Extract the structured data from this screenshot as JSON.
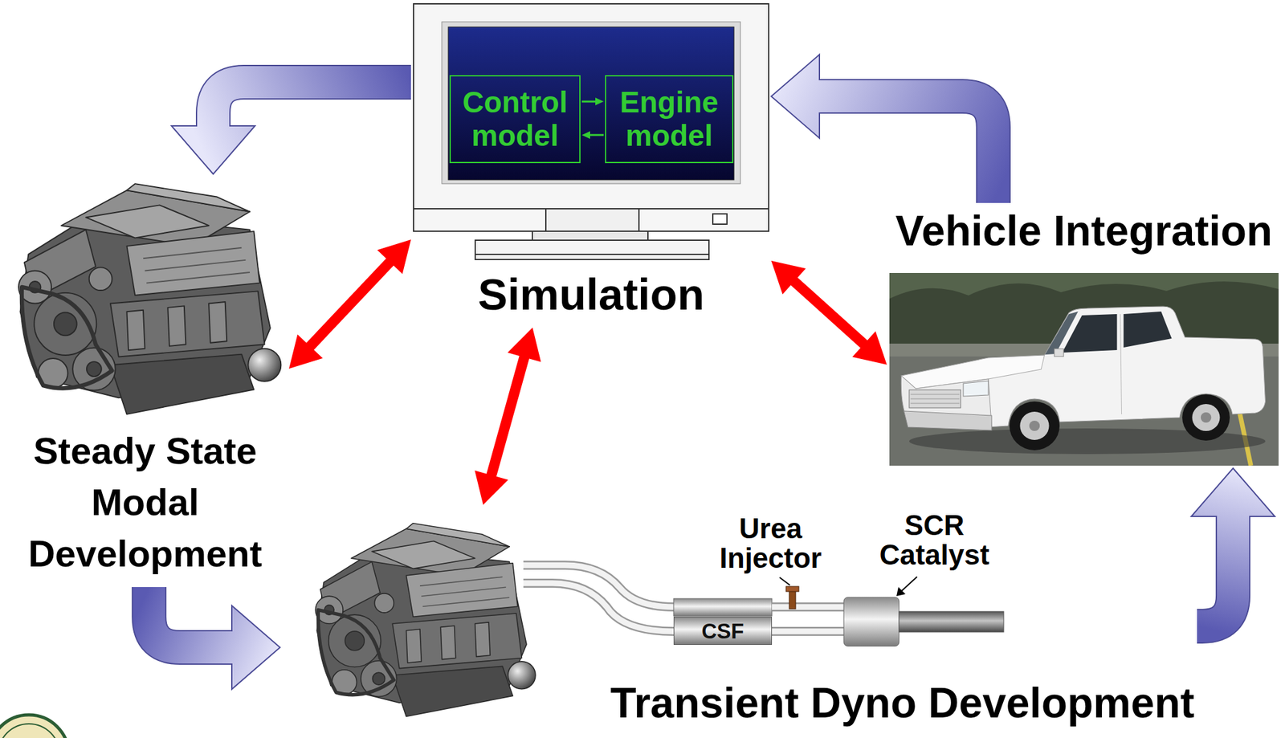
{
  "diagram": {
    "nodes": [
      {
        "text": [
          "Simulation"
        ]
      },
      {
        "text": [
          "Control model"
        ],
        "in": 0
      },
      {
        "text": [
          "Engine model"
        ],
        "in": 0
      },
      {
        "text": [
          "Vehicle Integration"
        ]
      },
      {
        "text": [
          "Steady State Modal Development"
        ]
      },
      {
        "text": [
          "Transient Dyno Development"
        ]
      },
      {
        "text": [
          "CSF"
        ],
        "in": 5
      }
    ],
    "edges": [
      {
        "from": 1,
        "to": 2,
        "arrow": "to"
      },
      {
        "from": 2,
        "to": 1,
        "arrow": "to"
      },
      {
        "from": 0,
        "to": 4,
        "arrow": "both"
      },
      {
        "from": 0,
        "to": 5,
        "arrow": "both"
      },
      {
        "from": 0,
        "to": 3,
        "arrow": "both"
      },
      {
        "from": 0,
        "to": 4,
        "arrow": "to"
      },
      {
        "from": 4,
        "to": 5,
        "arrow": "to"
      },
      {
        "from": 5,
        "to": 3,
        "arrow": "to"
      },
      {
        "from": 3,
        "to": 0,
        "arrow": "to"
      }
    ],
    "labels": [
      "Urea Injector",
      "SCR Catalyst"
    ]
  }
}
